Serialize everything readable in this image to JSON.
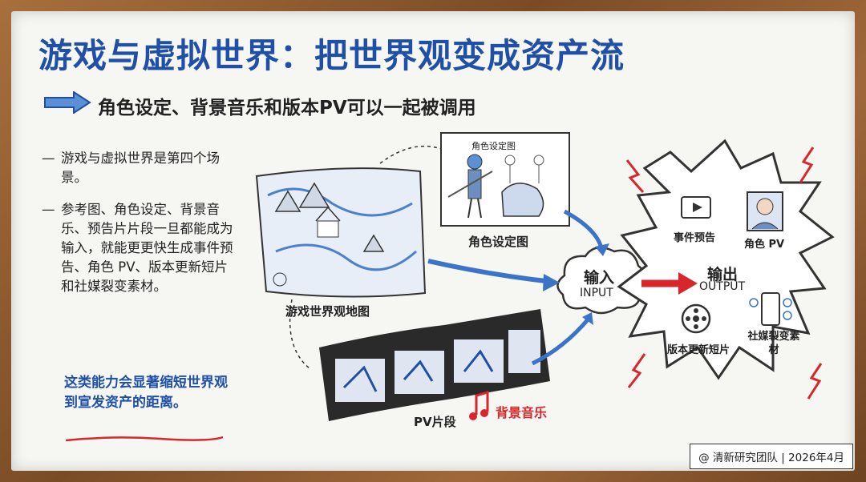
{
  "title": "游戏与虚拟世界：把世界观变成资产流",
  "subtitle": "角色设定、背景音乐和版本PV可以一起被调用",
  "bullets": [
    "游戏与虚拟世界是第四个场景。",
    "参考图、角色设定、背景音乐、预告片片段一旦都能成为输入，就能更更快生成事件预告、角色 PV、版本更新短片和社媒裂变素材。"
  ],
  "highlight": "这类能力会显著缩短世界观到宣发资产的距离。",
  "diagram": {
    "inputs": {
      "world_map": "游戏世界观地图",
      "character_sheet": "角色设定图",
      "character_sheet_header": "角色设定图",
      "pv_clip": "PV片段",
      "bgm": "背景音乐"
    },
    "input_node": {
      "zh": "输入",
      "en": "INPUT"
    },
    "output_node": {
      "zh": "输出",
      "en": "OUTPUT"
    },
    "outputs": {
      "event_trailer": "事件预告",
      "character_pv": "角色 PV",
      "update_short": "版本更新短片",
      "social_assets": "社媒裂变素材"
    }
  },
  "credit": "@ 清新研究团队 | 2026年4月",
  "colors": {
    "blue": "#1f4fa6",
    "red": "#d8262c",
    "frame": "#8a5a30"
  }
}
